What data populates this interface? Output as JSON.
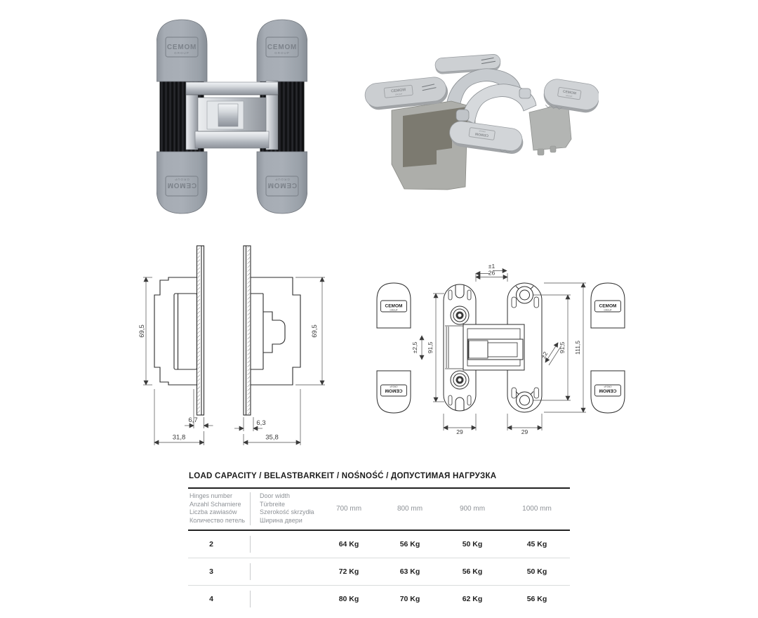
{
  "brand": {
    "name": "CEMOM",
    "sub": "GROUP"
  },
  "drawings": {
    "profile_a": {
      "height": "69,5",
      "plate": "6,7",
      "depth": "31,8"
    },
    "profile_b": {
      "height": "69,5",
      "plate": "6,3",
      "depth": "35,8"
    },
    "front": {
      "adj_horizontal": "±1",
      "gap": "26",
      "adj_vertical": "±2,5",
      "height_left": "91,5",
      "adj_depth": "±2",
      "height_right": "91,5",
      "height_total": "111,5",
      "plate_width_left": "29",
      "plate_width_right": "29"
    }
  },
  "load_table": {
    "title": "LOAD CAPACITY / BELASTBARKEIT / NOŚNOŚĆ / ДОПУСТИМАЯ НАГРУЗКА",
    "hinges_header": [
      "Hinges number",
      "Anzahl Scharniere",
      "Liczba zawiasów",
      "Количество петель"
    ],
    "door_width_header": [
      "Door width",
      "Türbreite",
      "Szerokość skrzydła",
      "Ширина двери"
    ],
    "width_columns": [
      "700 mm",
      "800 mm",
      "900 mm",
      "1000 mm"
    ],
    "rows": [
      {
        "hinges": "2",
        "loads": [
          "64 Kg",
          "56 Kg",
          "50 Kg",
          "45 Kg"
        ]
      },
      {
        "hinges": "3",
        "loads": [
          "72 Kg",
          "63 Kg",
          "56 Kg",
          "50 Kg"
        ]
      },
      {
        "hinges": "4",
        "loads": [
          "80 Kg",
          "70 Kg",
          "62 Kg",
          "56 Kg"
        ]
      }
    ]
  },
  "colors": {
    "cap_gray": "#9ba1a9",
    "body_black": "#16171a",
    "chrome": "#c9cdd3",
    "drawing_line": "#2b2b2b",
    "table_gray": "#8e9297"
  }
}
